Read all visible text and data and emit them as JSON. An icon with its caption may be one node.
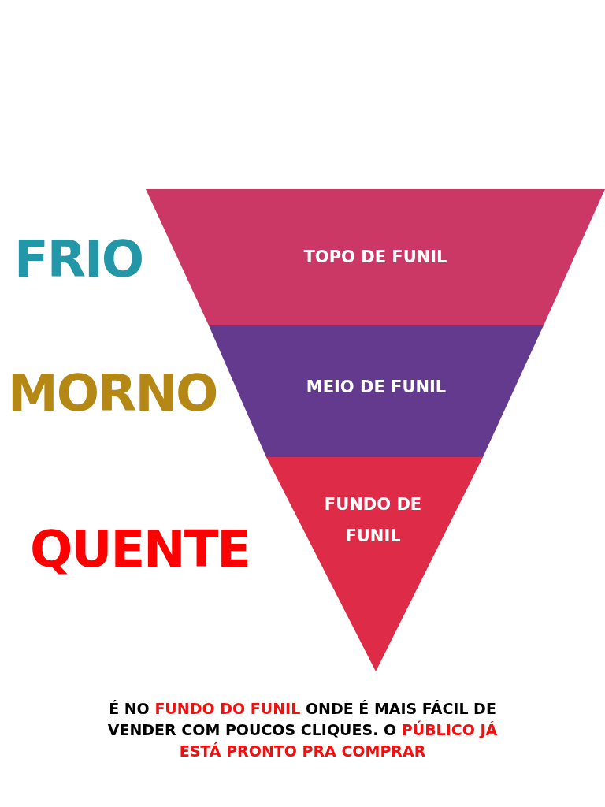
{
  "diagram": {
    "caption": "É NO *FUNDO DO FUNIL* ONDE É MAIS FÁCIL DE VENDER COM POUCOS CLIQUES. O *PÚBLICO JÁ ESTÁ PRONTO PRA COMPRAR*",
    "nodes": [
      {
        "text": [
          "TOPO DE FUNIL"
        ]
      },
      {
        "text": [
          "MEIO DE FUNIL"
        ]
      },
      {
        "text": [
          "FUNDO DE FUNIL"
        ]
      }
    ],
    "labels": [
      "FRIO",
      "MORNO",
      "QUENTE"
    ]
  }
}
